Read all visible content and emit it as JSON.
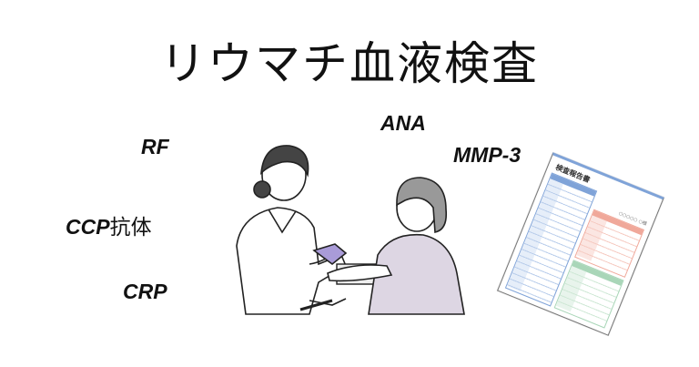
{
  "title": "リウマチ血液検査",
  "labels": {
    "rf": "RF",
    "ccp": "CCP",
    "ccp_suffix": "抗体",
    "crp": "CRP",
    "ana": "ANA",
    "mmp3": "MMP-3"
  },
  "report": {
    "title": "検査報告書",
    "patient_name": "○○○○○ ○様"
  },
  "colors": {
    "blue": "#7fa3d8",
    "red": "#f0a89a",
    "green": "#a9d6b8",
    "text": "#111111"
  }
}
